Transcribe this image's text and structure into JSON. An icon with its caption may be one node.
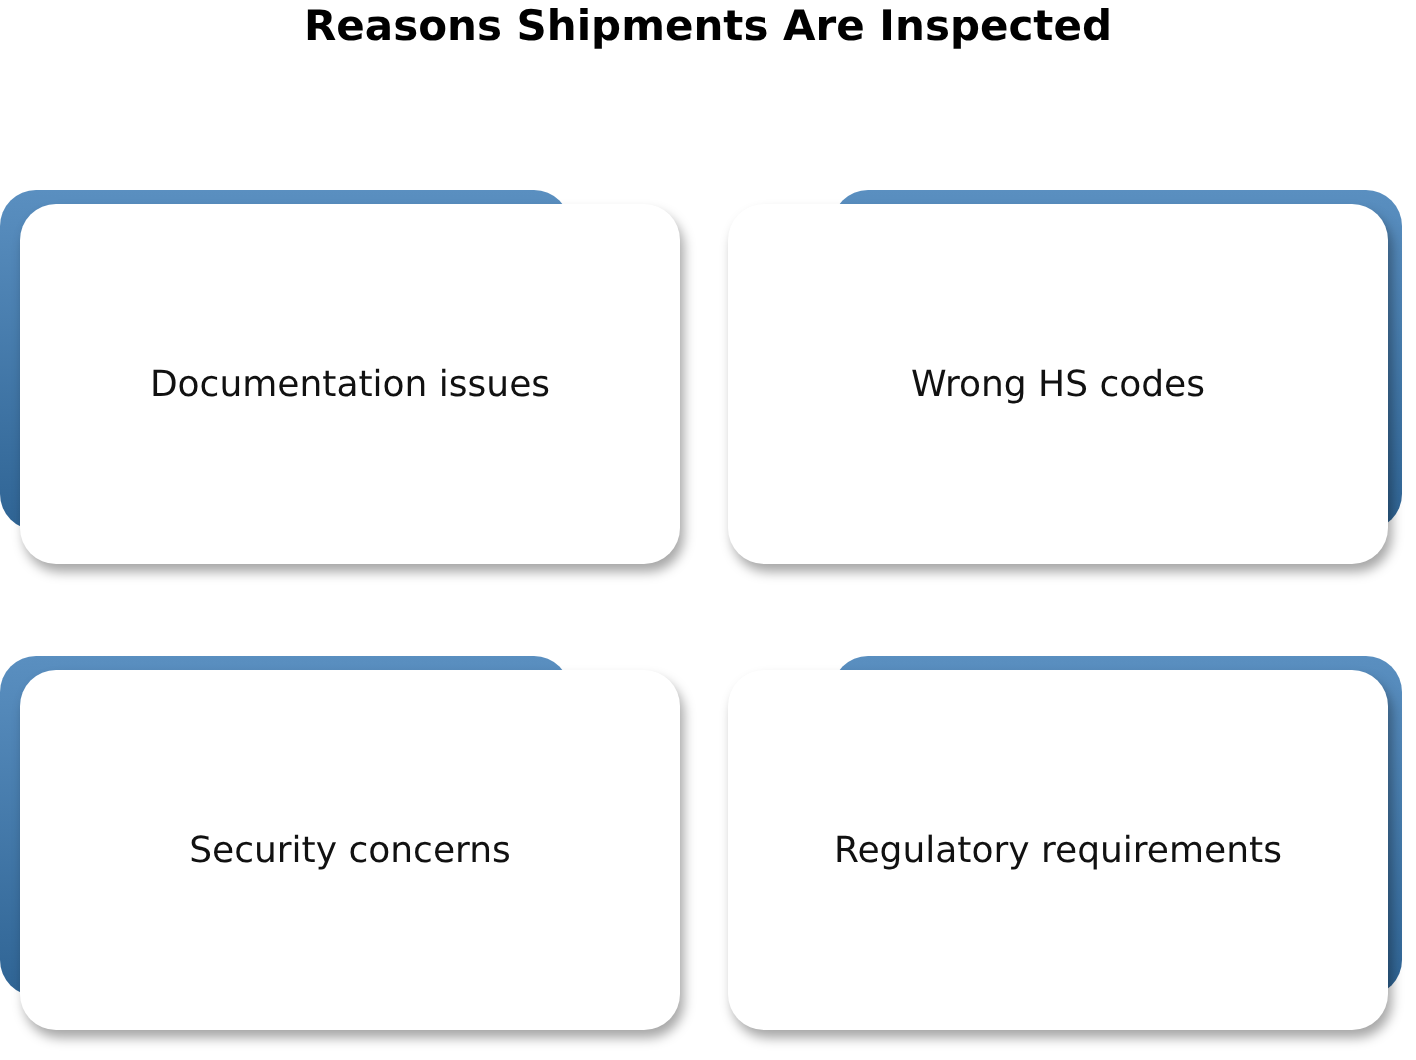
{
  "diagram": {
    "title": "Reasons Shipments Are Inspected",
    "nodes": [
      {
        "text": [
          "Documentation issues"
        ]
      },
      {
        "text": [
          "Wrong HS codes"
        ]
      },
      {
        "text": [
          "Security concerns"
        ]
      },
      {
        "text": [
          "Regulatory requirements"
        ]
      }
    ]
  }
}
